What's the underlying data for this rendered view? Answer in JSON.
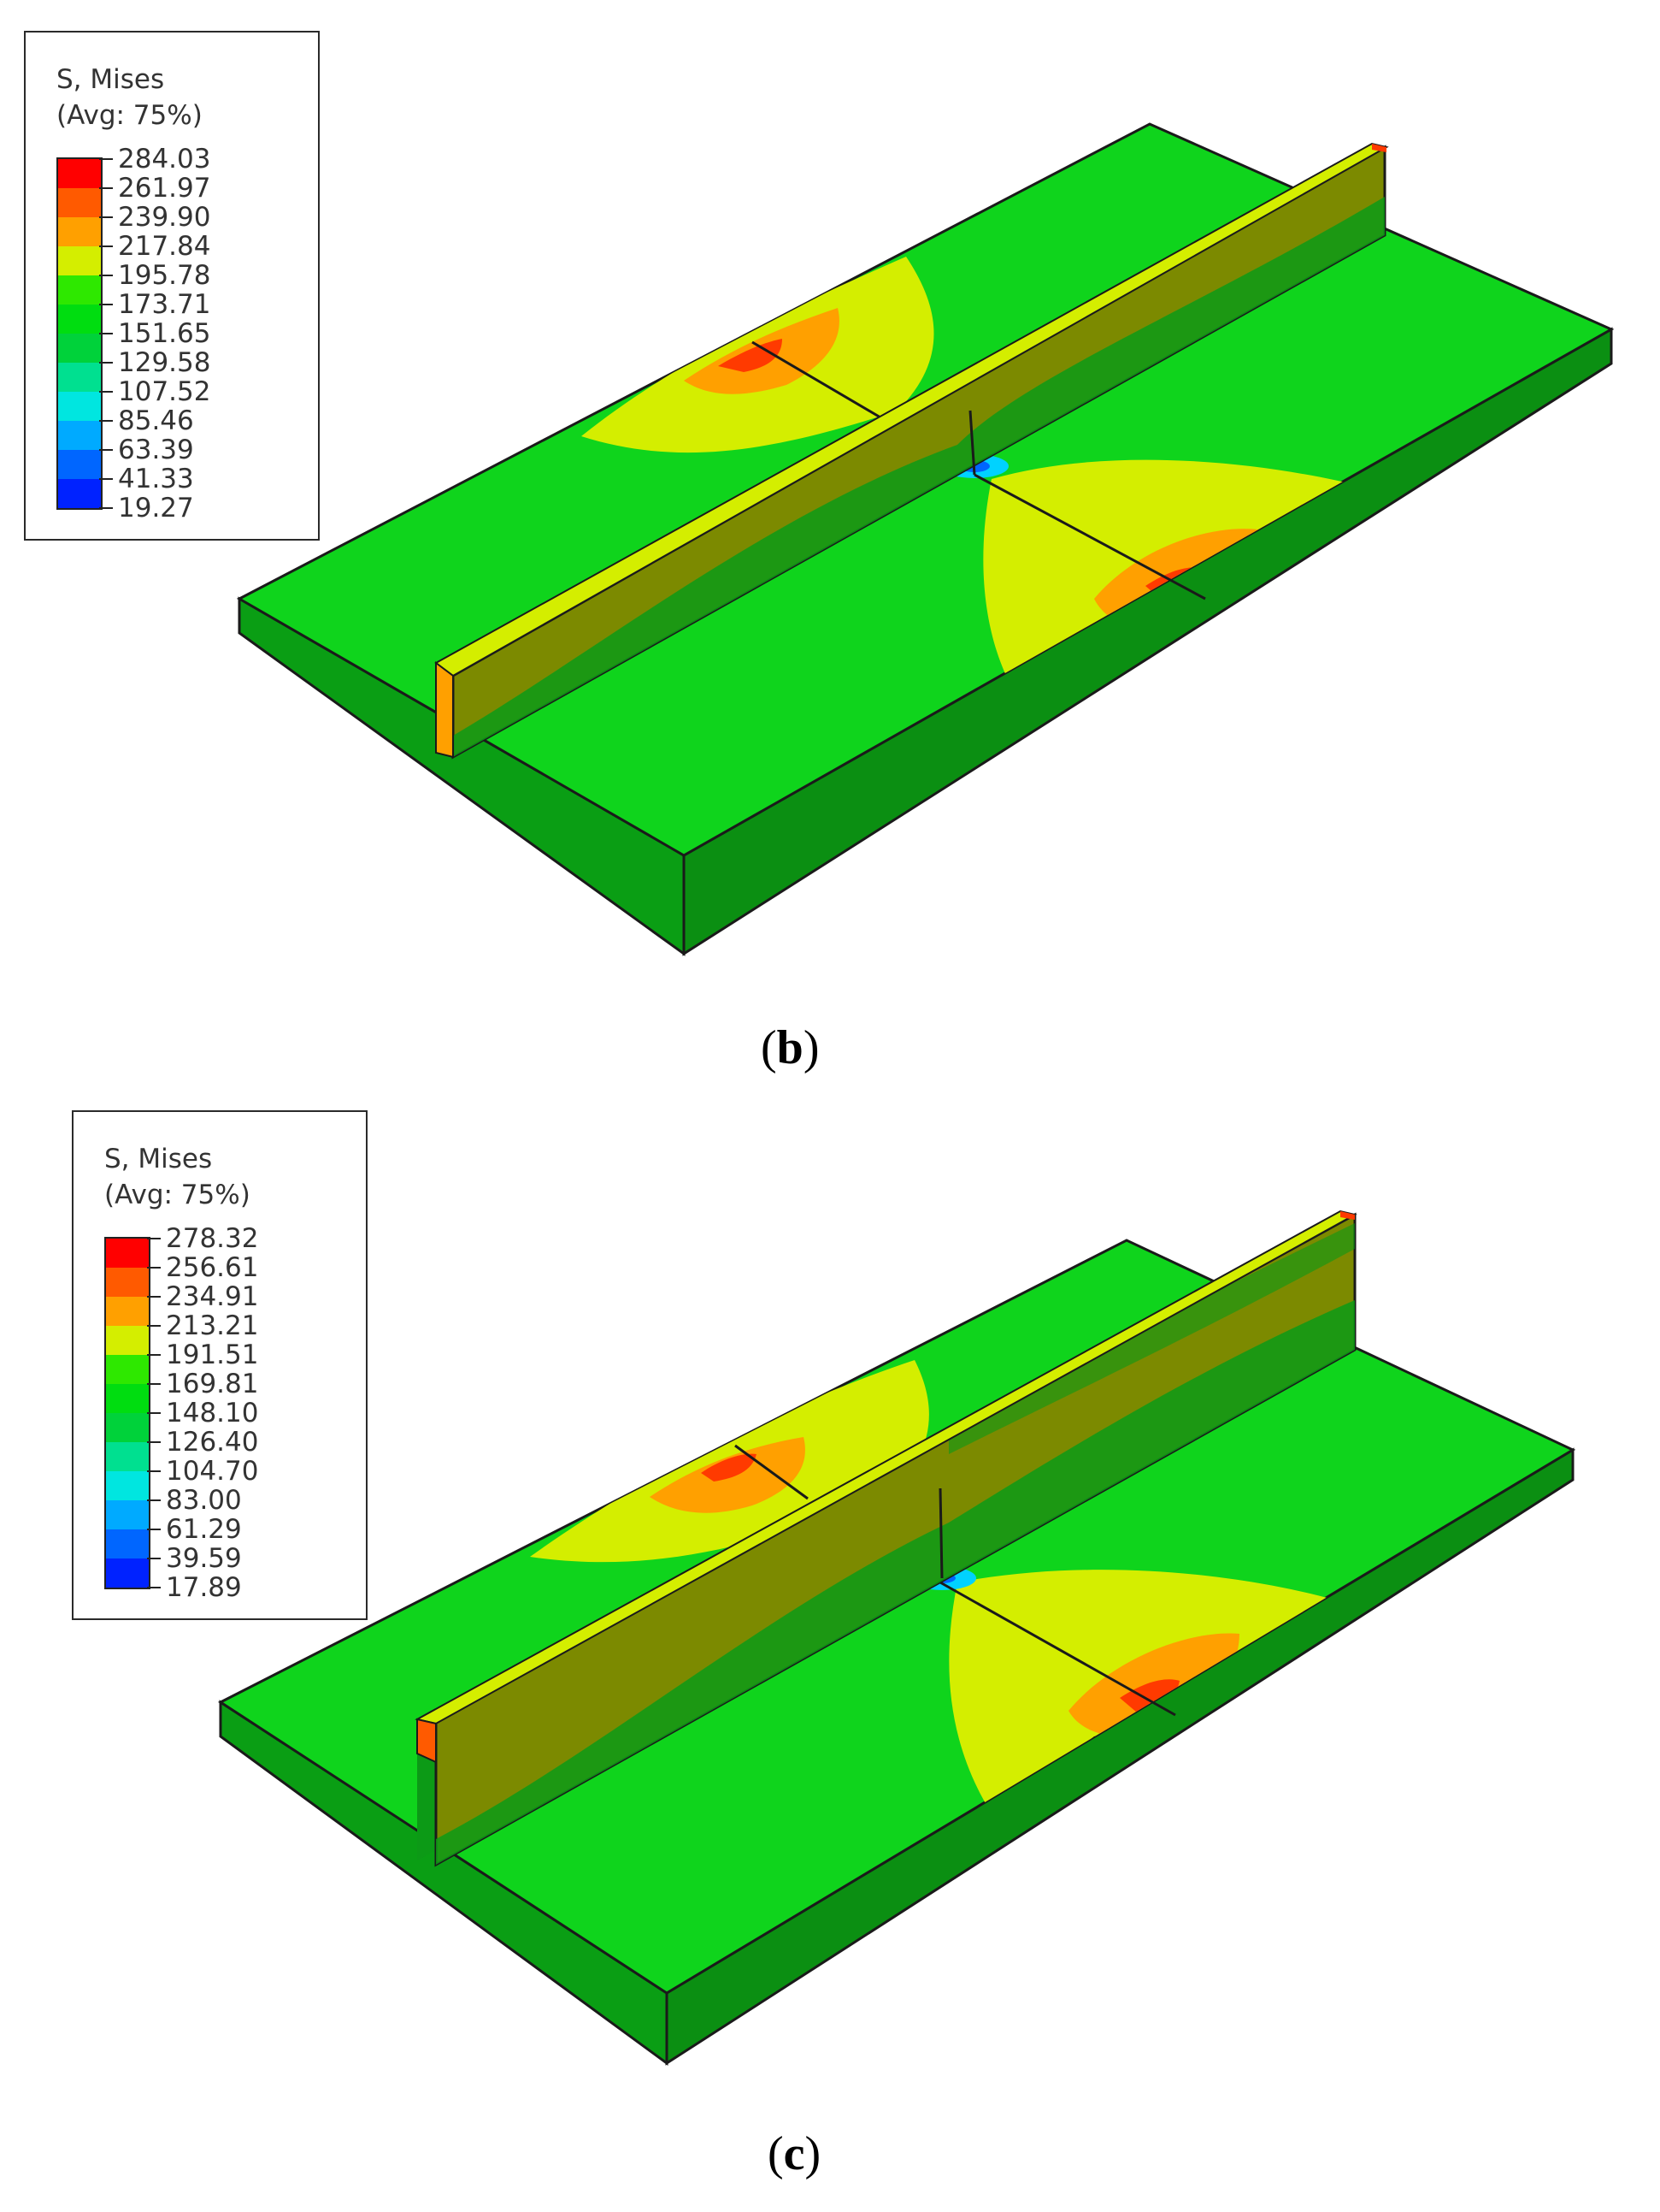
{
  "panels": [
    {
      "id": "b",
      "caption_open": "(",
      "caption_letter": "b",
      "caption_close": ")",
      "legend": {
        "title_line1": "S, Mises",
        "title_line2": "(Avg: 75%)",
        "values": [
          "284.03",
          "261.97",
          "239.90",
          "217.84",
          "195.78",
          "173.71",
          "151.65",
          "129.58",
          "107.52",
          "85.46",
          "63.39",
          "41.33",
          "19.27"
        ]
      }
    },
    {
      "id": "c",
      "caption_open": "(",
      "caption_letter": "c",
      "caption_close": ")",
      "legend": {
        "title_line1": "S, Mises",
        "title_line2": "(Avg: 75%)",
        "values": [
          "278.32",
          "256.61",
          "234.91",
          "213.21",
          "191.51",
          "169.81",
          "148.10",
          "126.40",
          "104.70",
          "83.00",
          "61.29",
          "39.59",
          "17.89"
        ]
      }
    }
  ],
  "colors": {
    "contour_bands": [
      "#ff0000",
      "#ff5a00",
      "#ffa000",
      "#d4ee00",
      "#2ee800",
      "#00dd10",
      "#00d23a",
      "#00e090",
      "#00e6e0",
      "#00aaff",
      "#0066ff",
      "#0022ff"
    ],
    "plate_top": "#0fd41c",
    "plate_side": "#0a9e14",
    "rib_front": "#7c8a00",
    "rib_back": "#0c9a16",
    "outline": "#1a1a1a"
  }
}
